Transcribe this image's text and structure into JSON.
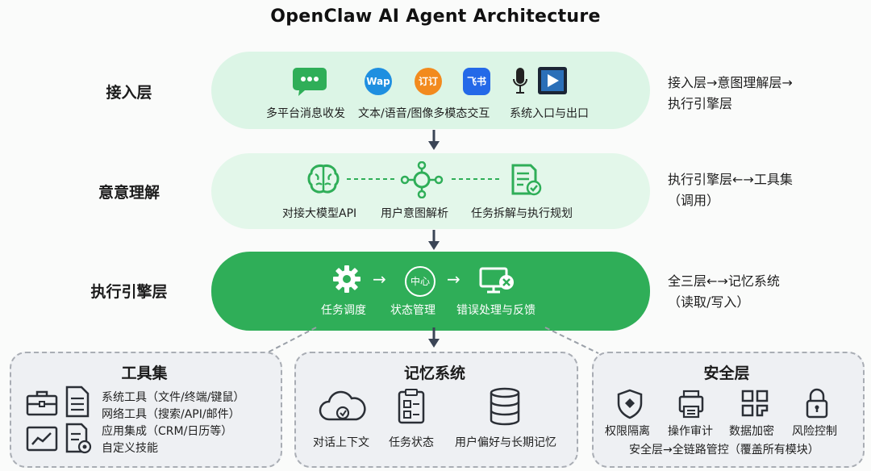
{
  "title": "OpenClaw AI Agent Architecture",
  "layers": {
    "access": {
      "label": "接入层",
      "icon_wap": "Wap",
      "icon_dingding": "订订",
      "icon_feishu": "飞书",
      "items": [
        "多平台消息收发",
        "文本/语音/图像多模态交互",
        "系统入口与出口"
      ],
      "note_lines": [
        "接入层→意图理解层→",
        "执行引擎层"
      ]
    },
    "intent": {
      "label": "意意理解",
      "items": [
        "对接大模型API",
        "用户意图解析",
        "任务拆解与执行规划"
      ],
      "note_lines": [
        "执行引擎层←→工具集",
        "（调用）"
      ]
    },
    "engine": {
      "label": "执行引擎层",
      "center_badge": "中心",
      "arrow_glyph": "→",
      "items": [
        "任务调度",
        "状态管理",
        "错误处理与反馈"
      ],
      "note_lines": [
        "全三层←→记忆系统",
        "（读取/写入）"
      ]
    }
  },
  "modules": {
    "tools": {
      "title": "工具集",
      "lines": [
        "系统工具（文件/终端/键鼠）",
        "网络工具（搜索/API/邮件）",
        "应用集成（CRM/日历等）",
        "自定义技能"
      ]
    },
    "memory": {
      "title": "记忆系统",
      "items": [
        "对话上下文",
        "任务状态",
        "用户偏好与长期记忆"
      ]
    },
    "security": {
      "title": "安全层",
      "items": [
        "权限隔离",
        "操作审计",
        "数据加密",
        "风险控制"
      ],
      "footer": "安全层→全链路管控（覆盖所有模块）"
    }
  },
  "colors": {
    "access_fill": "#dcf5e6",
    "intent_fill": "#e3f7ea",
    "engine_fill": "#2fae58",
    "icon_green": "#2fae58",
    "module_fill": "#eef0f3",
    "arrow": "#3b4556"
  }
}
